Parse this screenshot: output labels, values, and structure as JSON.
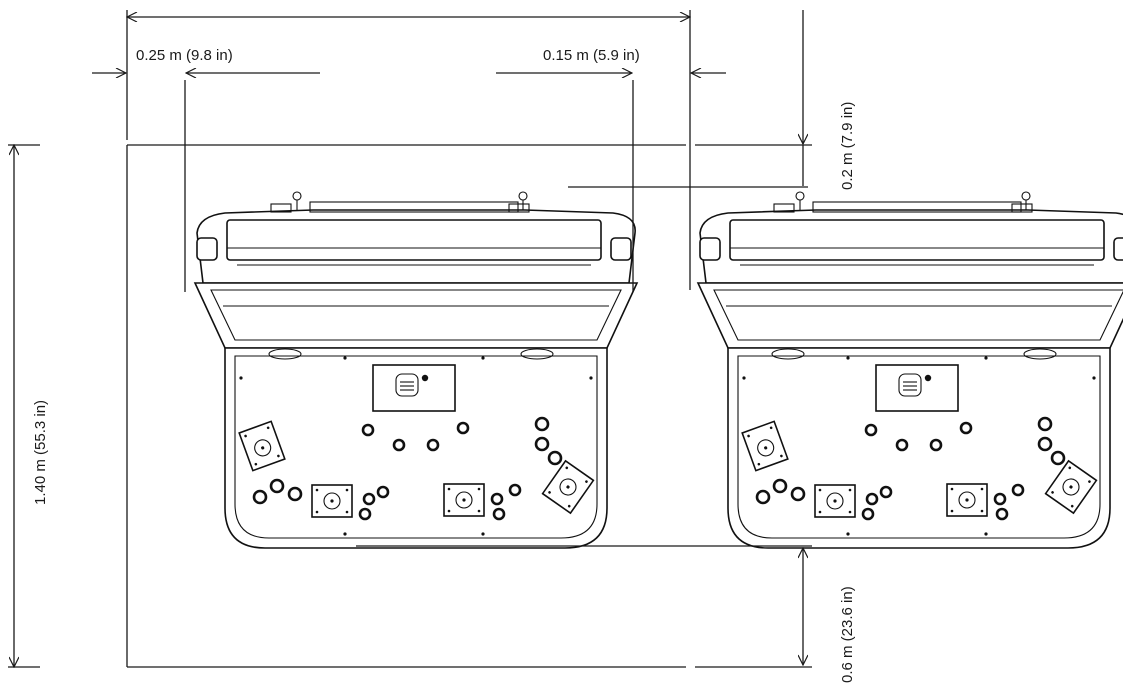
{
  "dimensions": {
    "left_clearance": "0.25 m (9.8 in)",
    "right_clearance": "0.15 m (5.9 in)",
    "top_clearance": "0.2 m (7.9 in)",
    "depth": "1.40 m (55.3 in)",
    "bottom_clearance": "0.6 m (23.6 in)"
  }
}
